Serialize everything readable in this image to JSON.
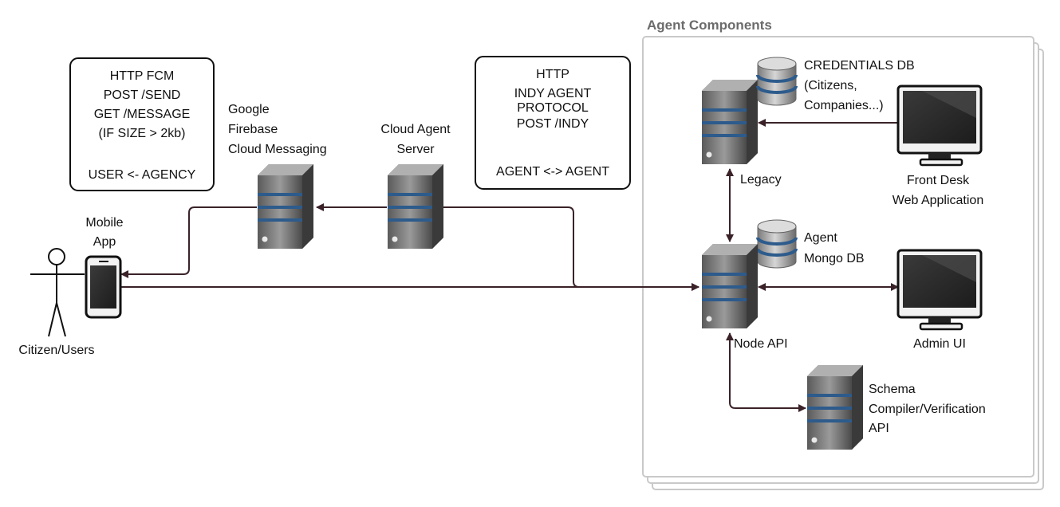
{
  "group_title": "Agent Components",
  "http_fcm_box": [
    "HTTP FCM",
    "POST /SEND",
    "GET /MESSAGE",
    "(IF SIZE > 2kb)",
    "",
    "USER <- AGENCY"
  ],
  "http_indy_box": [
    "HTTP",
    "INDY AGENT",
    "PROTOCOL",
    "POST /INDY",
    "",
    "AGENT <-> AGENT"
  ],
  "nodes": {
    "citizen": "Citizen/Users",
    "mobile_app": [
      "Mobile",
      "App"
    ],
    "firebase": [
      "Google",
      "Firebase",
      "Cloud Messaging"
    ],
    "cloud_agent": [
      "Cloud Agent",
      "Server"
    ],
    "legacy": "Legacy",
    "credentials_db": [
      "CREDENTIALS DB",
      "(Citizens,",
      "Companies...)"
    ],
    "front_desk": [
      "Front Desk",
      "Web Application"
    ],
    "agent_db": [
      "Agent",
      "Mongo DB"
    ],
    "node_api": "Node API",
    "admin_ui": "Admin UI",
    "schema_api": [
      "Schema",
      "Compiler/Verification",
      "API"
    ]
  },
  "colors": {
    "connector": "#3a2228",
    "db_stripe": "#2d5b8c",
    "group_border": "#c9c9c9"
  }
}
